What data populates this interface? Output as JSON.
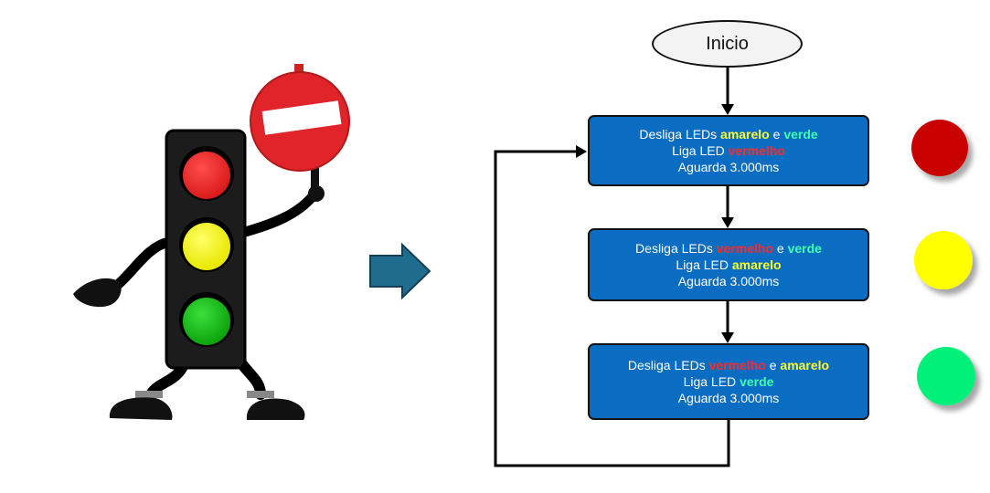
{
  "start_label": "Inicio",
  "colors": {
    "red_text": "#ff2a2a",
    "yellow_text": "#ffff2e",
    "green_text": "#3dffb0",
    "box_fill": "#0a6dc2",
    "arrow_fill": "#1f6c8f",
    "led_red": "#c90000",
    "led_yellow": "#ffff00",
    "led_green": "#00f07a"
  },
  "steps": [
    {
      "line1": [
        "Desliga LEDs ",
        "amarelo",
        " e ",
        "verde"
      ],
      "line2": [
        "Liga LED ",
        "vermelho"
      ],
      "line3": "Aguarda 3.000ms"
    },
    {
      "line1": [
        "Desliga LEDs ",
        "vermelho",
        " e ",
        "verde"
      ],
      "line2": [
        "Liga LED ",
        "amarelo"
      ],
      "line3": "Aguarda 3.000ms"
    },
    {
      "line1": [
        "Desliga LEDs ",
        "vermelho",
        " e ",
        "amarelo"
      ],
      "line2": [
        "Liga LED ",
        "verde"
      ],
      "line3": "Aguarda 3.000ms"
    }
  ],
  "icons": {
    "character": "traffic-light-character-icon",
    "sign": "no-entry-sign-icon",
    "arrow": "right-arrow-icon",
    "leds": [
      "red-led-icon",
      "yellow-led-icon",
      "green-led-icon"
    ]
  }
}
